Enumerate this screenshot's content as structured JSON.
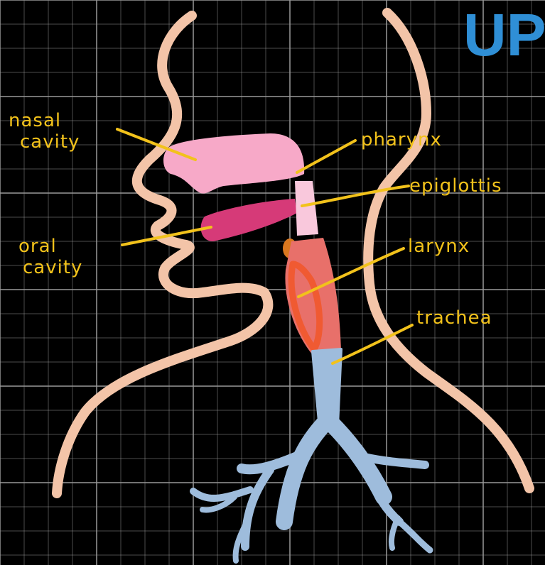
{
  "title": "UPF",
  "labels": {
    "nasal_line1": "nasal",
    "nasal_line2": "cavity",
    "oral_line1": "oral",
    "oral_line2": "cavity",
    "pharynx": "pharynx",
    "epiglottis": "epiglottis",
    "larynx": "larynx",
    "trachea": "trachea"
  },
  "colors": {
    "background": "#000000",
    "grid": "#9a9a9a",
    "outline": "#f3c4a8",
    "nasal_cavity": "#f7a9c8",
    "oral_cavity": "#d63a78",
    "epiglottis": "#f9c8dc",
    "larynx": "#e8706a",
    "larynx_inner": "#f05a32",
    "trachea": "#9ebcdc",
    "label": "#f2c21b",
    "title": "#2f8fd6"
  }
}
